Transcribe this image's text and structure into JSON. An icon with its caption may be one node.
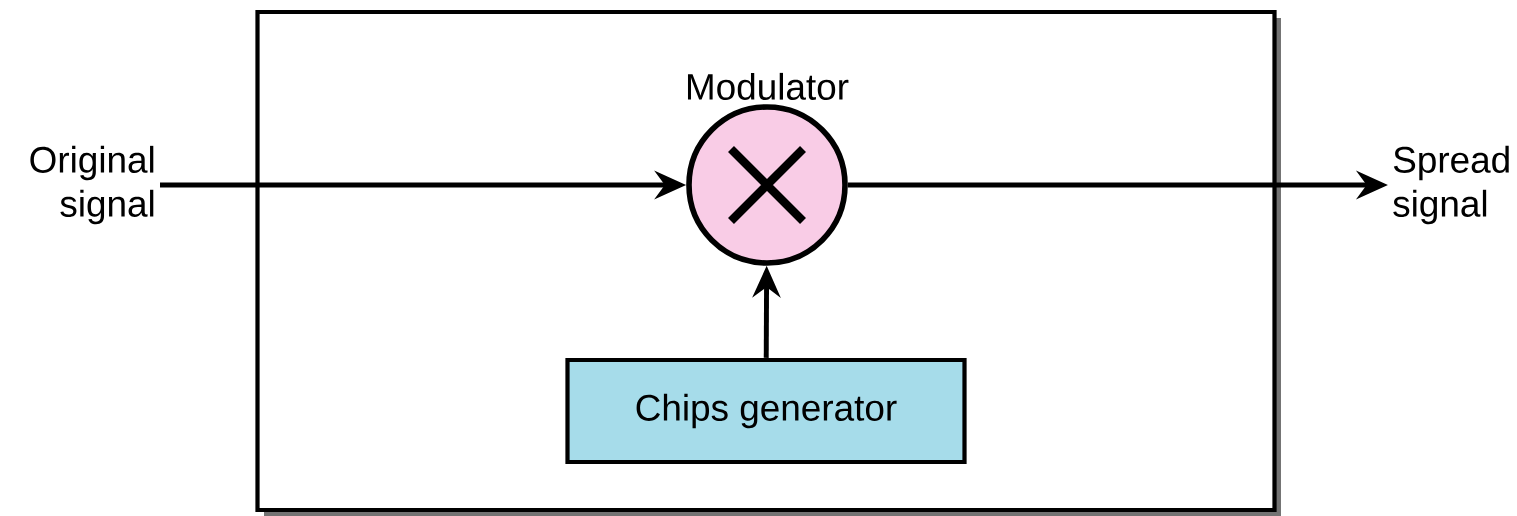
{
  "diagram": {
    "nodes": [
      {
        "text": [],
        "shape": "box"
      },
      {
        "text": [
          "Original signal"
        ]
      },
      {
        "text": [
          "Modulator"
        ],
        "in": 0
      },
      {
        "text": [
          "Chips generator"
        ],
        "in": 0
      },
      {
        "text": [
          "Spread signal"
        ]
      }
    ],
    "edges": [
      {
        "from": 1,
        "to": 2,
        "arrow": "to"
      },
      {
        "from": 3,
        "to": 2,
        "arrow": "to"
      },
      {
        "from": 2,
        "to": 4,
        "arrow": "to"
      }
    ]
  }
}
